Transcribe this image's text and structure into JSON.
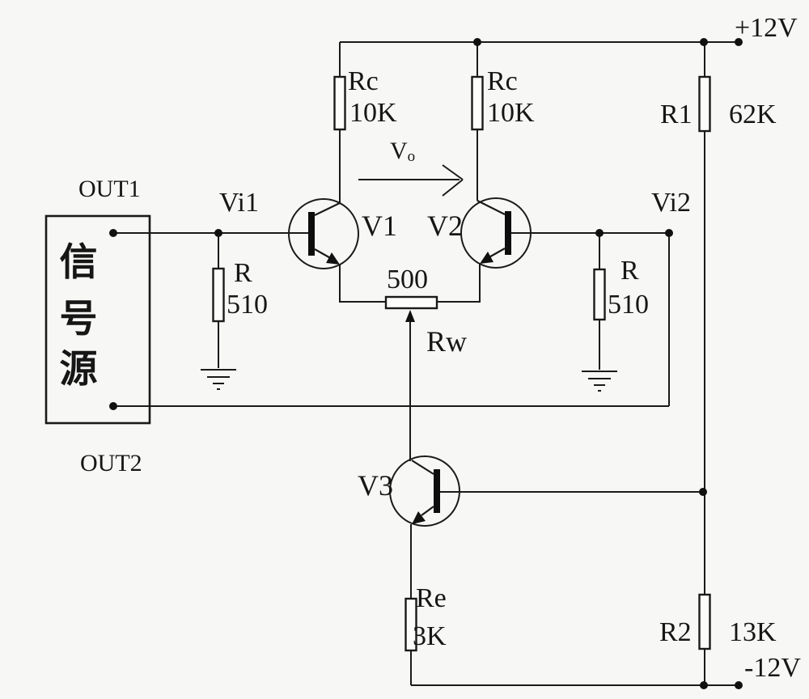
{
  "colors": {
    "ink": "#1a1a1a",
    "background": "#f7f7f5"
  },
  "power": {
    "positive": "+12V",
    "negative": "-12V"
  },
  "signal_source": {
    "label_chars": [
      "信",
      "号",
      "源"
    ],
    "out1_label": "OUT1",
    "out2_label": "OUT2"
  },
  "nodes": {
    "vi1": "Vi1",
    "vi2": "Vi2",
    "vo_main": "V",
    "vo_sub": "o"
  },
  "transistors": {
    "v1": "V1",
    "v2": "V2",
    "v3": "V3"
  },
  "resistors": {
    "rc_left": {
      "name": "Rc",
      "value": "10K"
    },
    "rc_right": {
      "name": "Rc",
      "value": "10K"
    },
    "r1": {
      "name": "R1",
      "value": "62K"
    },
    "r2": {
      "name": "R2",
      "value": "13K"
    },
    "r_left": {
      "name": "R",
      "value": "510"
    },
    "r_right": {
      "name": "R",
      "value": "510"
    },
    "re": {
      "name": "Re",
      "value": "3K"
    },
    "rw": {
      "name": "Rw",
      "value": "500"
    }
  }
}
